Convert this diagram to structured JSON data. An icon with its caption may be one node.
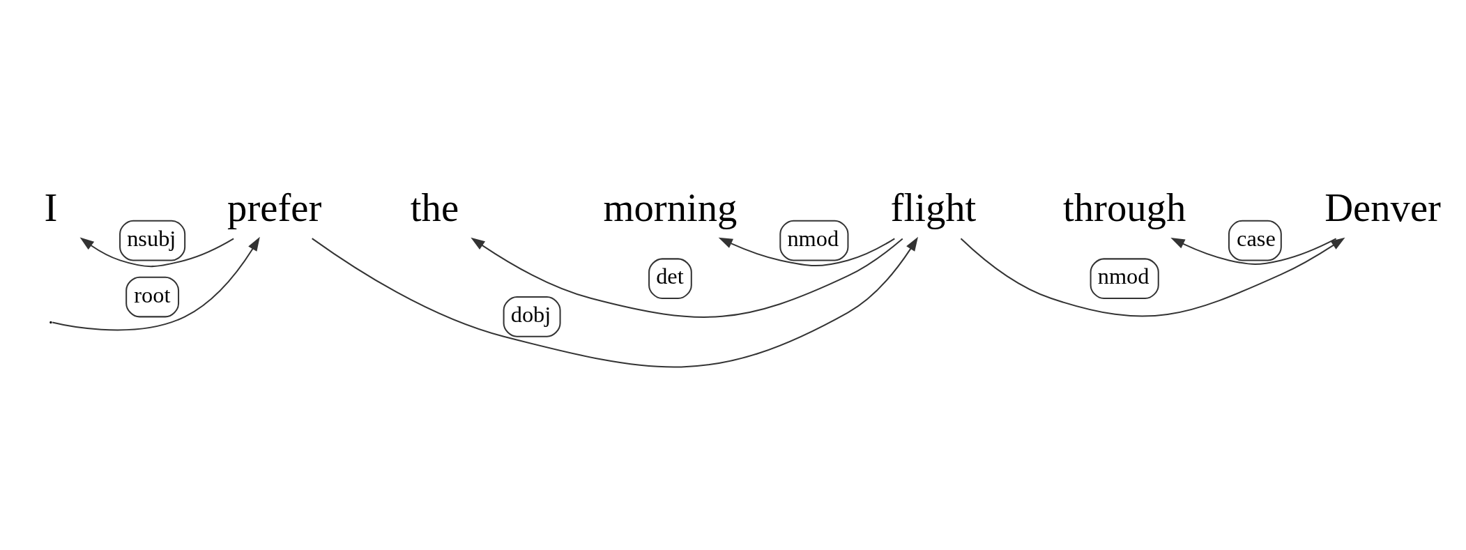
{
  "diagram": {
    "nodes": [
      {
        "text": [
          "I"
        ]
      },
      {
        "text": [
          "prefer"
        ]
      },
      {
        "text": [
          "the"
        ]
      },
      {
        "text": [
          "morning"
        ]
      },
      {
        "text": [
          "flight"
        ]
      },
      {
        "text": [
          "through"
        ]
      },
      {
        "text": [
          "Denver"
        ]
      }
    ],
    "edges": [
      {
        "from": null,
        "to": 1,
        "arrow": "to",
        "label": "root"
      },
      {
        "from": 1,
        "to": 0,
        "arrow": "to",
        "label": "nsubj"
      },
      {
        "from": 1,
        "to": 4,
        "arrow": "to",
        "label": "dobj"
      },
      {
        "from": 4,
        "to": 2,
        "arrow": "to",
        "label": "det"
      },
      {
        "from": 4,
        "to": 3,
        "arrow": "to",
        "label": "nmod"
      },
      {
        "from": 4,
        "to": 6,
        "arrow": "to",
        "label": "nmod"
      },
      {
        "from": 6,
        "to": 5,
        "arrow": "to",
        "label": "case"
      }
    ]
  }
}
